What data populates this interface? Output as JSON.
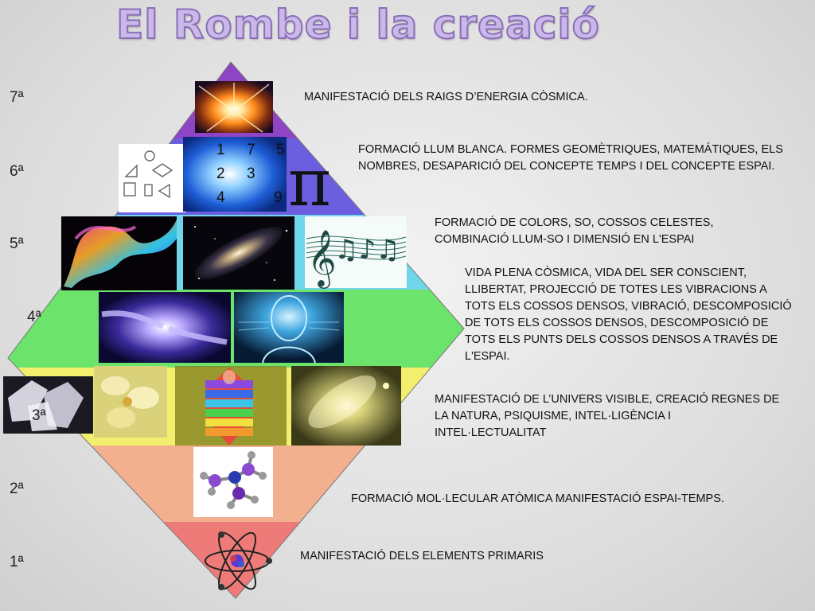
{
  "title": "El Rombe i la creació",
  "levels": [
    {
      "label": "7ª",
      "text": "MANIFESTACIÓ DELS RAIGS D’ENERGIA CÒSMICA.",
      "color": "#8e44c4"
    },
    {
      "label": "6ª",
      "text": "FORMACIÓ LLUM BLANCA. FORMES GEOMÈTRIQUES, MATEMÁTIQUES, ELS NOMBRES, DESAPARICIÓ DEL CONCEPTE TEMPS I DEL CONCEPTE ESPAI.",
      "color": "#6b5fe0"
    },
    {
      "label": "5ª",
      "text": "FORMACIÓ DE COLORS, SO, COSSOS CELESTES, COMBINACIÓ LLUM-SO I DIMENSIÓ EN L'ESPAI",
      "color": "#6fd6ec"
    },
    {
      "label": "4ª",
      "text": "VIDA PLENA CÒSMICA, VIDA DEL SER CONSCIENT, LLIBERTAT, PROJECCIÓ DE TOTES LES VIBRACIONS A TOTS ELS COSSOS DENSOS, VIBRACIÓ, DESCOMPOSICIÓ DE TOTS ELS COSSOS DENSOS, DESCOMPOSICIÓ DE TOTS ELS PUNTS DELS COSSOS DENSOS A TRAVÉS DE L'ESPAI.",
      "color": "#6ce36a"
    },
    {
      "label": "3ª",
      "text": "MANIFESTACIÓ DE L’UNIVERS VISIBLE, CREACIÓ REGNES DE LA NATURA, PSIQUISME, INTEL·LIGÈNCIA I INTEL·LECTUALITAT",
      "color": "#f2ee6e"
    },
    {
      "label": "2ª",
      "text": "FORMACIÓ MOL·LECULAR ATÒMICA MANIFESTACIÓ ESPAI-TEMPS.",
      "color": "#f2b08f"
    },
    {
      "label": "1ª",
      "text": "MANIFESTACIÓ DELS ELEMENTS PRIMARIS",
      "color": "#ee7b78"
    }
  ],
  "numbers": [
    "1",
    "7",
    "5",
    "2",
    "3",
    "4",
    "9"
  ],
  "pi": "π"
}
